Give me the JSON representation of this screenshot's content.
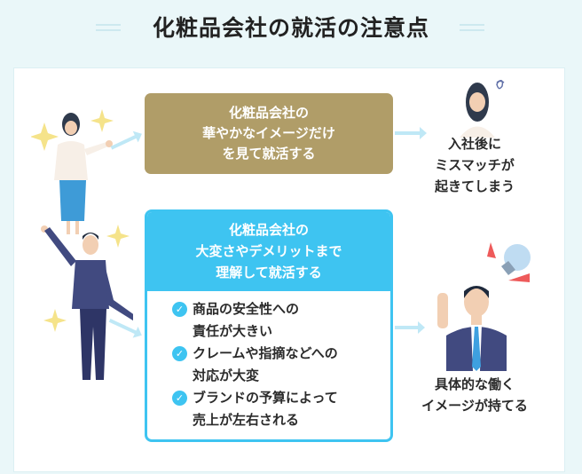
{
  "title": "化粧品会社の就活の注意点",
  "top_box": {
    "lines": [
      "化粧品会社の",
      "華やかなイメージだけ",
      "を見て就活する"
    ]
  },
  "top_result": {
    "lines": [
      "入社後に",
      "ミスマッチが",
      "起きてしまう"
    ]
  },
  "bottom_box": {
    "lines": [
      "化粧品会社の",
      "大変さやデメリットまで",
      "理解して就活する"
    ],
    "items": [
      {
        "lines": [
          "商品の安全性への",
          "責任が大きい"
        ]
      },
      {
        "lines": [
          "クレームや指摘などへの",
          "対応が大変"
        ]
      },
      {
        "lines": [
          "ブランドの予算によって",
          "売上が左右される"
        ]
      }
    ]
  },
  "bottom_result": {
    "lines": [
      "具体的な働く",
      "イメージが持てる"
    ]
  },
  "colors": {
    "gold": "#b09d68",
    "blue": "#3ec4f1",
    "background": "#eaf7f9"
  }
}
